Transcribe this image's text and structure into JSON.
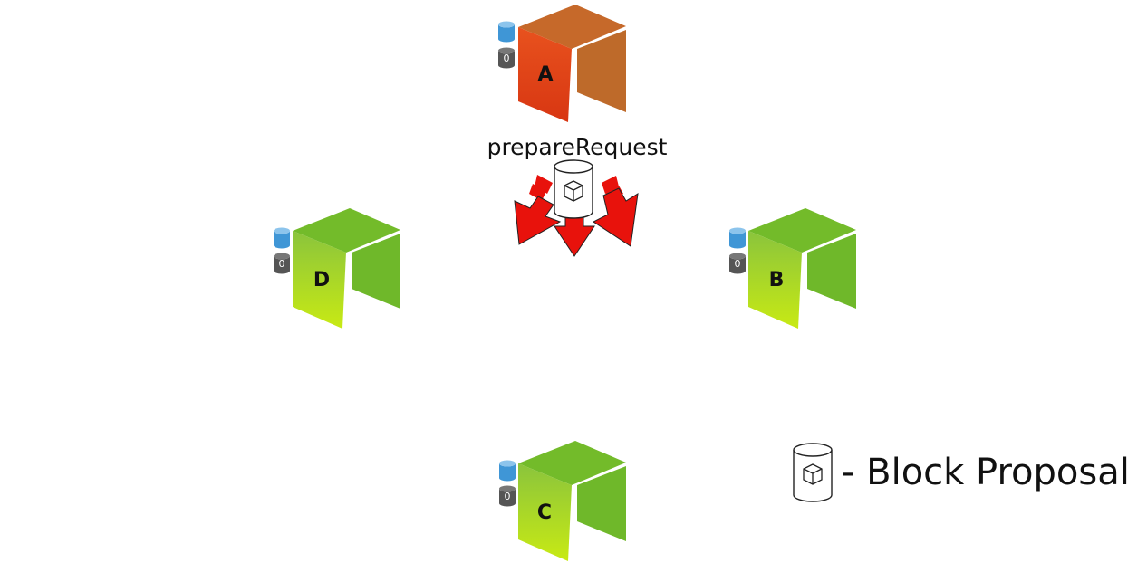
{
  "nodes": [
    {
      "id": "A",
      "label": "A",
      "role": "primary",
      "block_count": "0",
      "colors": {
        "front_top": "#e04a1a",
        "front_bottom": "#dd3a14",
        "top": "#c6692a",
        "right": "#be6a2a"
      }
    },
    {
      "id": "B",
      "label": "B",
      "role": "backup",
      "block_count": "0",
      "colors": {
        "front_top": "#8cc63e",
        "front_bottom": "#c3e51a",
        "top": "#73bb2a",
        "right": "#6fb82a"
      }
    },
    {
      "id": "C",
      "label": "C",
      "role": "backup",
      "block_count": "0",
      "colors": {
        "front_top": "#8cc63e",
        "front_bottom": "#c3e51a",
        "top": "#73bb2a",
        "right": "#6fb82a"
      }
    },
    {
      "id": "D",
      "label": "D",
      "role": "backup",
      "block_count": "0",
      "colors": {
        "front_top": "#8cc63e",
        "front_bottom": "#c3e51a",
        "top": "#73bb2a",
        "right": "#6fb82a"
      }
    }
  ],
  "message": {
    "label": "prepareRequest",
    "from": "A",
    "to": [
      "D",
      "C",
      "B"
    ],
    "arrow_color": "#e8120c"
  },
  "legend": {
    "icon": "block-proposal-icon",
    "label": "- Block Proposal"
  },
  "colors": {
    "db_blue": "#3f96d6",
    "db_dark": "#555555"
  }
}
